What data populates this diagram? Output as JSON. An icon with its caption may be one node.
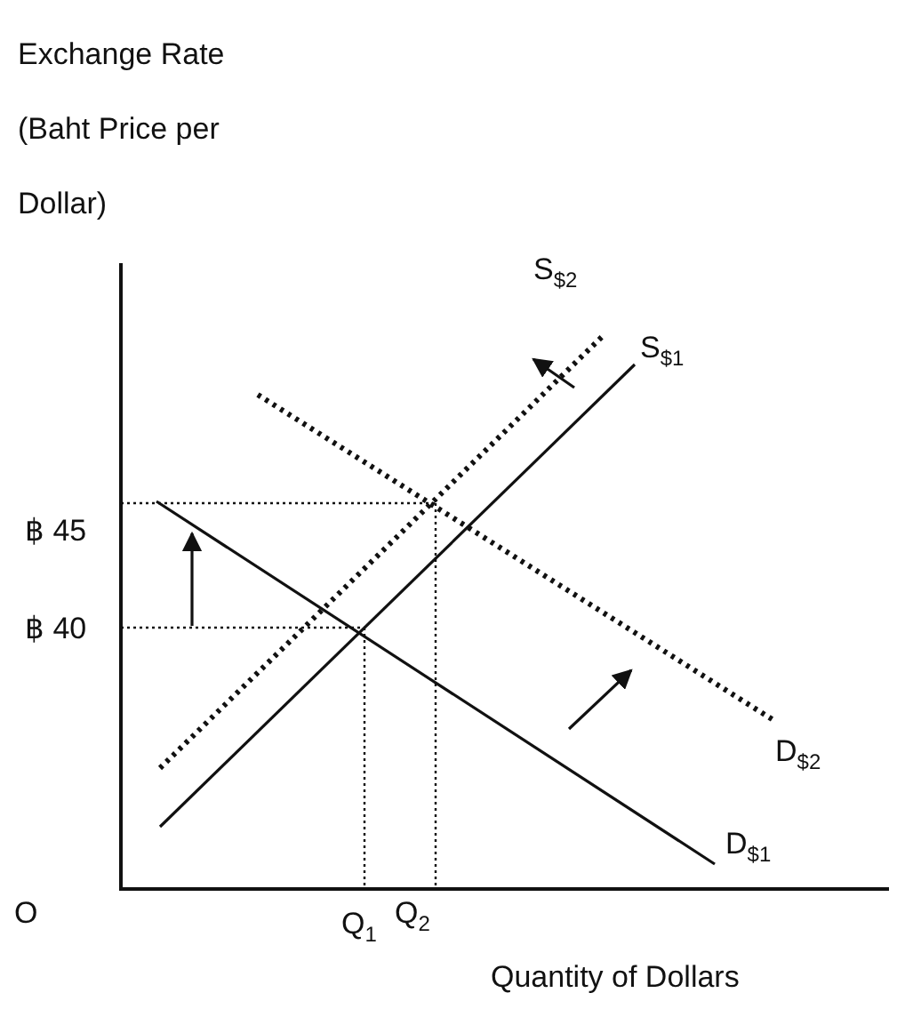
{
  "diagram": {
    "labels": [
      "Exchange Rate (Baht Price per Dollar)",
      "S$_{$2}$",
      "S$_{$1}$",
      "฿ 45",
      "฿ 40",
      "D$_{$2}$",
      "D$_{$1}$",
      "O",
      "Q$_{1}$",
      "Q$_{2}$",
      "Quantity of Dollars"
    ]
  }
}
